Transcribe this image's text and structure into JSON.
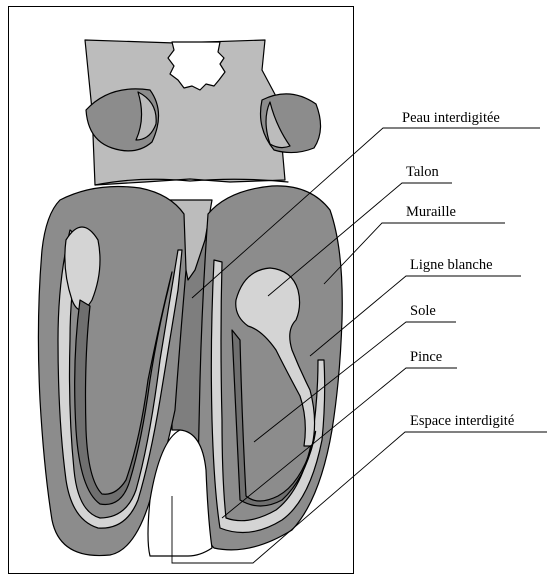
{
  "colors": {
    "background": "#ffffff",
    "skin_light": "#bcbcbc",
    "horn_dark": "#8c8c8c",
    "darker": "#6f6f6f",
    "white_line": "#d4d4d4",
    "interdigital_space": "#7e7e7e",
    "outline": "#000000"
  },
  "labels": [
    {
      "key": "peau",
      "text": "Peau interdigitée"
    },
    {
      "key": "talon",
      "text": "Talon"
    },
    {
      "key": "muraille",
      "text": "Muraille"
    },
    {
      "key": "ligne",
      "text": "Ligne blanche"
    },
    {
      "key": "sole",
      "text": "Sole"
    },
    {
      "key": "pince",
      "text": "Pince"
    },
    {
      "key": "espace",
      "text": "Espace interdigité"
    }
  ]
}
